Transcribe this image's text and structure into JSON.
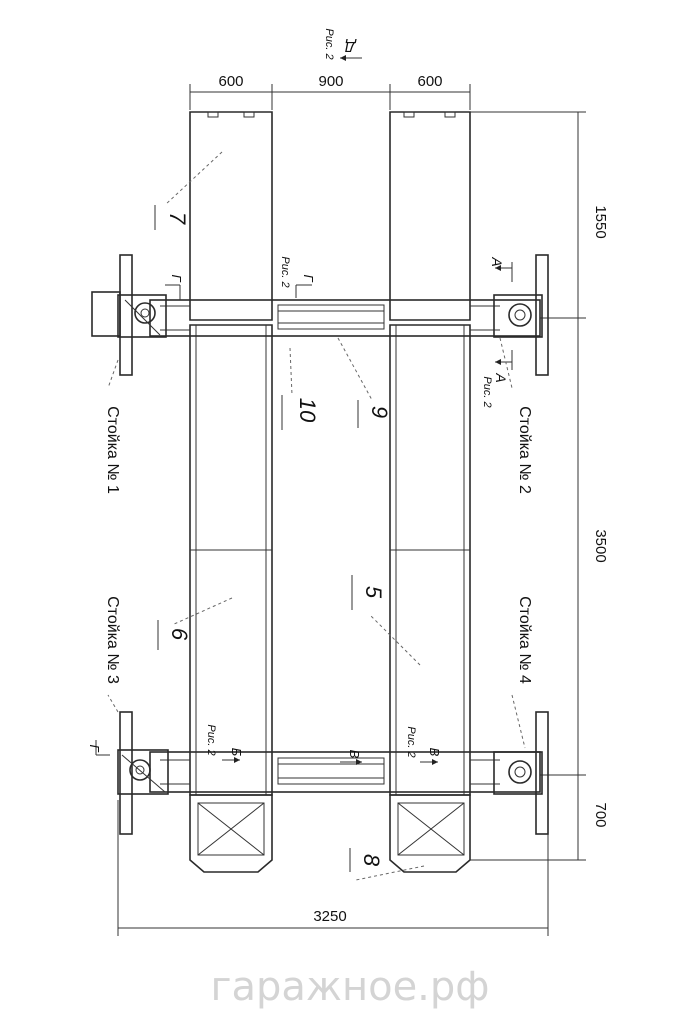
{
  "dimensions": {
    "top_left_width": "600",
    "top_center_width": "900",
    "top_right_width": "600",
    "right_top_length": "1550",
    "right_middle_length": "3500",
    "right_bottom_length": "700",
    "bottom_total_width": "3250"
  },
  "section_markers": {
    "d_letter": "Д",
    "d_ref": "Рис. 2",
    "a_letter": "А",
    "a_ref": "Рис. 2",
    "g_letter": "Г",
    "g_ref": "Рис. 2",
    "b_letter": "Б",
    "b_ref": "Рис. 2",
    "v_letter": "В",
    "v_ref": "Рис. 2"
  },
  "posts": {
    "post1": "Стойка № 1",
    "post2": "Стойка № 2",
    "post3": "Стойка № 3",
    "post4": "Стойка № 4"
  },
  "callouts": {
    "n5": "5",
    "n6": "6",
    "n7": "7",
    "n8": "8",
    "n9": "9",
    "n10": "10"
  },
  "watermark": "гаражное.рф"
}
